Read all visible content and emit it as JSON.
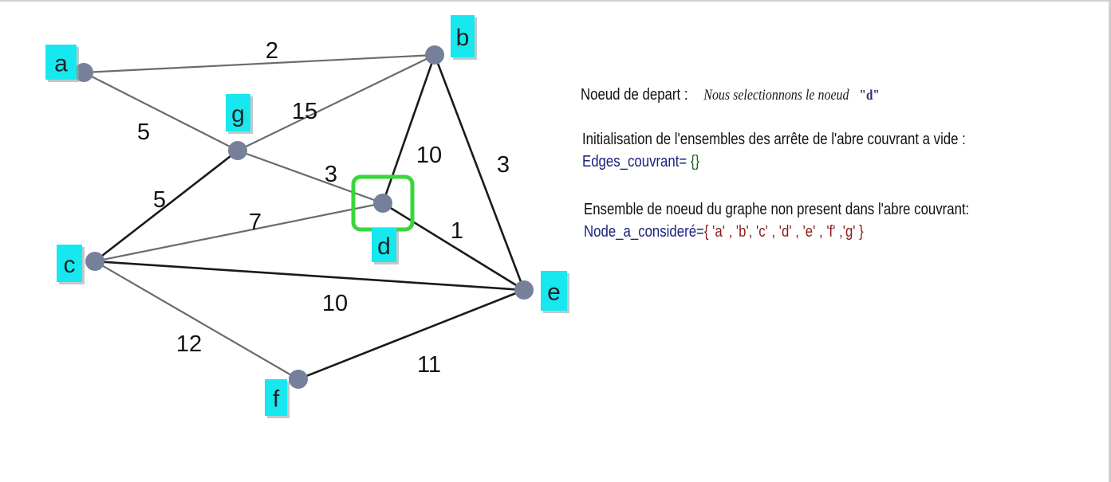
{
  "graph": {
    "nodes": [
      {
        "id": "a",
        "label": "a"
      },
      {
        "id": "b",
        "label": "b"
      },
      {
        "id": "g",
        "label": "g"
      },
      {
        "id": "d",
        "label": "d"
      },
      {
        "id": "c",
        "label": "c"
      },
      {
        "id": "e",
        "label": "e"
      },
      {
        "id": "f",
        "label": "f"
      }
    ],
    "edges": [
      {
        "from": "a",
        "to": "b",
        "weight": "2"
      },
      {
        "from": "a",
        "to": "g",
        "weight": "5"
      },
      {
        "from": "g",
        "to": "b",
        "weight": "15"
      },
      {
        "from": "g",
        "to": "d",
        "weight": "3"
      },
      {
        "from": "g",
        "to": "c",
        "weight": "5"
      },
      {
        "from": "c",
        "to": "d",
        "weight": "7"
      },
      {
        "from": "b",
        "to": "d",
        "weight": "10"
      },
      {
        "from": "b",
        "to": "e",
        "weight": "3"
      },
      {
        "from": "d",
        "to": "e",
        "weight": "1"
      },
      {
        "from": "c",
        "to": "e",
        "weight": "10"
      },
      {
        "from": "c",
        "to": "f",
        "weight": "12"
      },
      {
        "from": "f",
        "to": "e",
        "weight": "11"
      }
    ],
    "selected_node": "d",
    "colors": {
      "node_fill": "#76809a",
      "label_bg": "#17e8f0",
      "selection": "#39d63c",
      "edge_dark": "#1a1a1a",
      "edge_gray": "#6b6b6b"
    }
  },
  "info": {
    "start_label": "Noeud de depart",
    "start_sep": " : ",
    "start_note": "Nous selectionnons le noeud",
    "start_node": "\"d\"",
    "init_title": "Initialisation de l'ensembles des arrête de l'abre couvrant a vide :",
    "edges_var": "Edges_couvrant=",
    "edges_value": " {}",
    "remaining_title": "Ensemble de noeud du graphe non present dans l'abre couvrant:",
    "nodes_var": "Node_a_consideré",
    "nodes_eq": "=",
    "nodes_value": "{ 'a' , 'b',  'c' , 'd' , 'e' , 'f' ,'g' }"
  }
}
